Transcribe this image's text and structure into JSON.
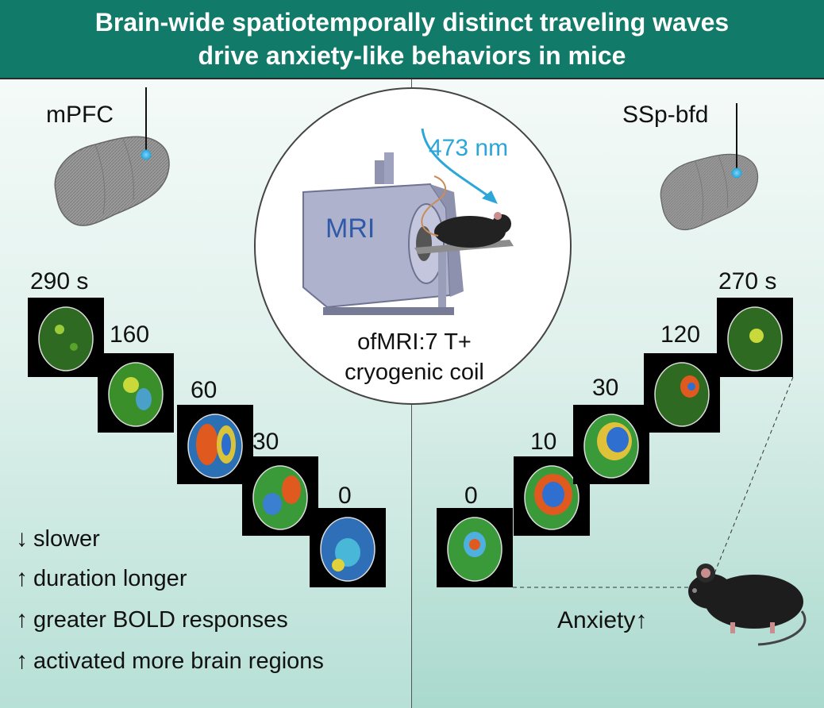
{
  "header": {
    "line1": "Brain-wide spatiotemporally distinct traveling waves",
    "line2": "drive anxiety-like behaviors in mice"
  },
  "left": {
    "site_label": "mPFC",
    "times": [
      "290 s",
      "160",
      "60",
      "30",
      "0"
    ],
    "bullets": [
      {
        "arrow": "↓",
        "text": "slower"
      },
      {
        "arrow": "↑",
        "text": "duration longer"
      },
      {
        "arrow": "↑",
        "text": "greater BOLD responses"
      },
      {
        "arrow": "↑",
        "text": "activated more brain regions"
      }
    ]
  },
  "right": {
    "site_label": "SSp-bfd",
    "times": [
      "0",
      "10",
      "30",
      "120",
      "270 s"
    ],
    "anxiety_label": "Anxiety",
    "anxiety_arrow": "↑"
  },
  "center": {
    "wavelength": "473 nm",
    "mri_label": "MRI",
    "caption_line1": "ofMRI:7 T+",
    "caption_line2": "cryogenic coil"
  },
  "colors": {
    "header": "#127a68",
    "laser": "#2aa7d8",
    "mri_body": "#a9adc9",
    "mri_text": "#2f5aa8"
  },
  "icons": [
    "brain-icon",
    "optic-fiber-icon",
    "mri-scanner-icon",
    "mouse-icon",
    "laser-arrow-icon"
  ]
}
